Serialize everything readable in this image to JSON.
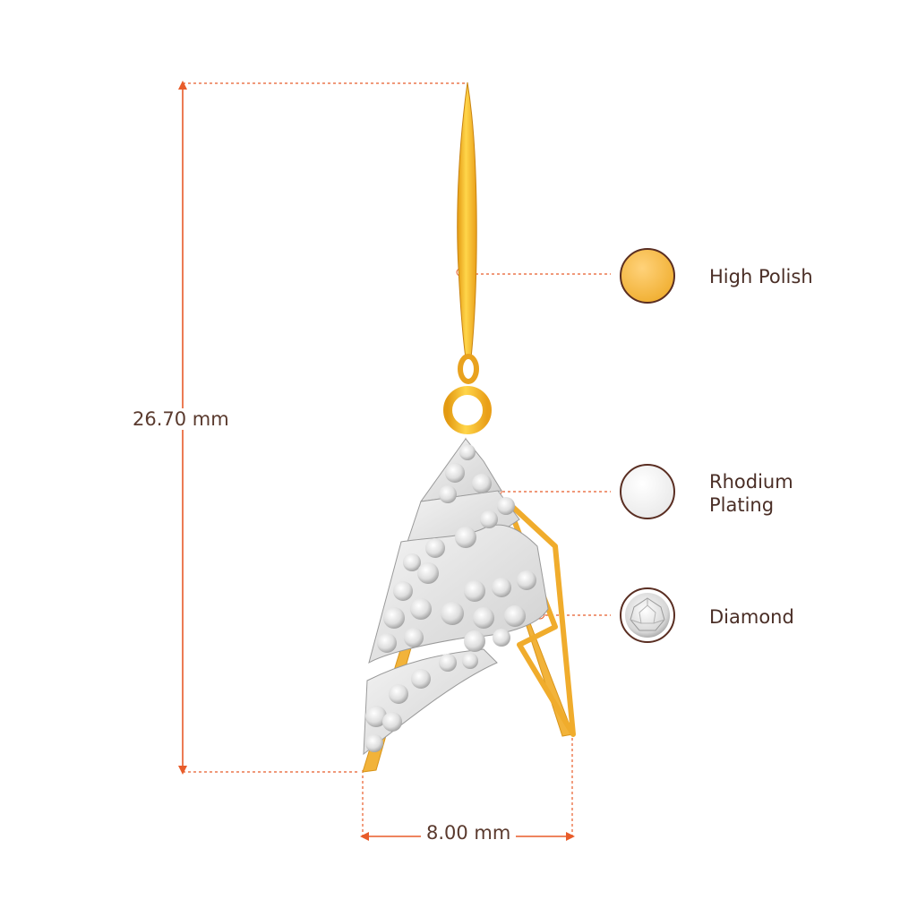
{
  "dimensions": {
    "height": "26.70 mm",
    "width": "8.00 mm"
  },
  "materials": [
    {
      "label": "High Polish",
      "swatch": "gold-swatch",
      "color": "#f2b33a"
    },
    {
      "label": "Rhodium\nPlating",
      "swatch": "rhodium-swatch",
      "color": "#e8e8e8"
    },
    {
      "label": "Diamond",
      "swatch": "diamond-swatch",
      "color": "#ffffff"
    }
  ],
  "colors": {
    "dimension_line": "#e85c2a",
    "text": "#4a2e26",
    "gold": "#f2b33a",
    "swatch_border": "#5a2e22"
  }
}
